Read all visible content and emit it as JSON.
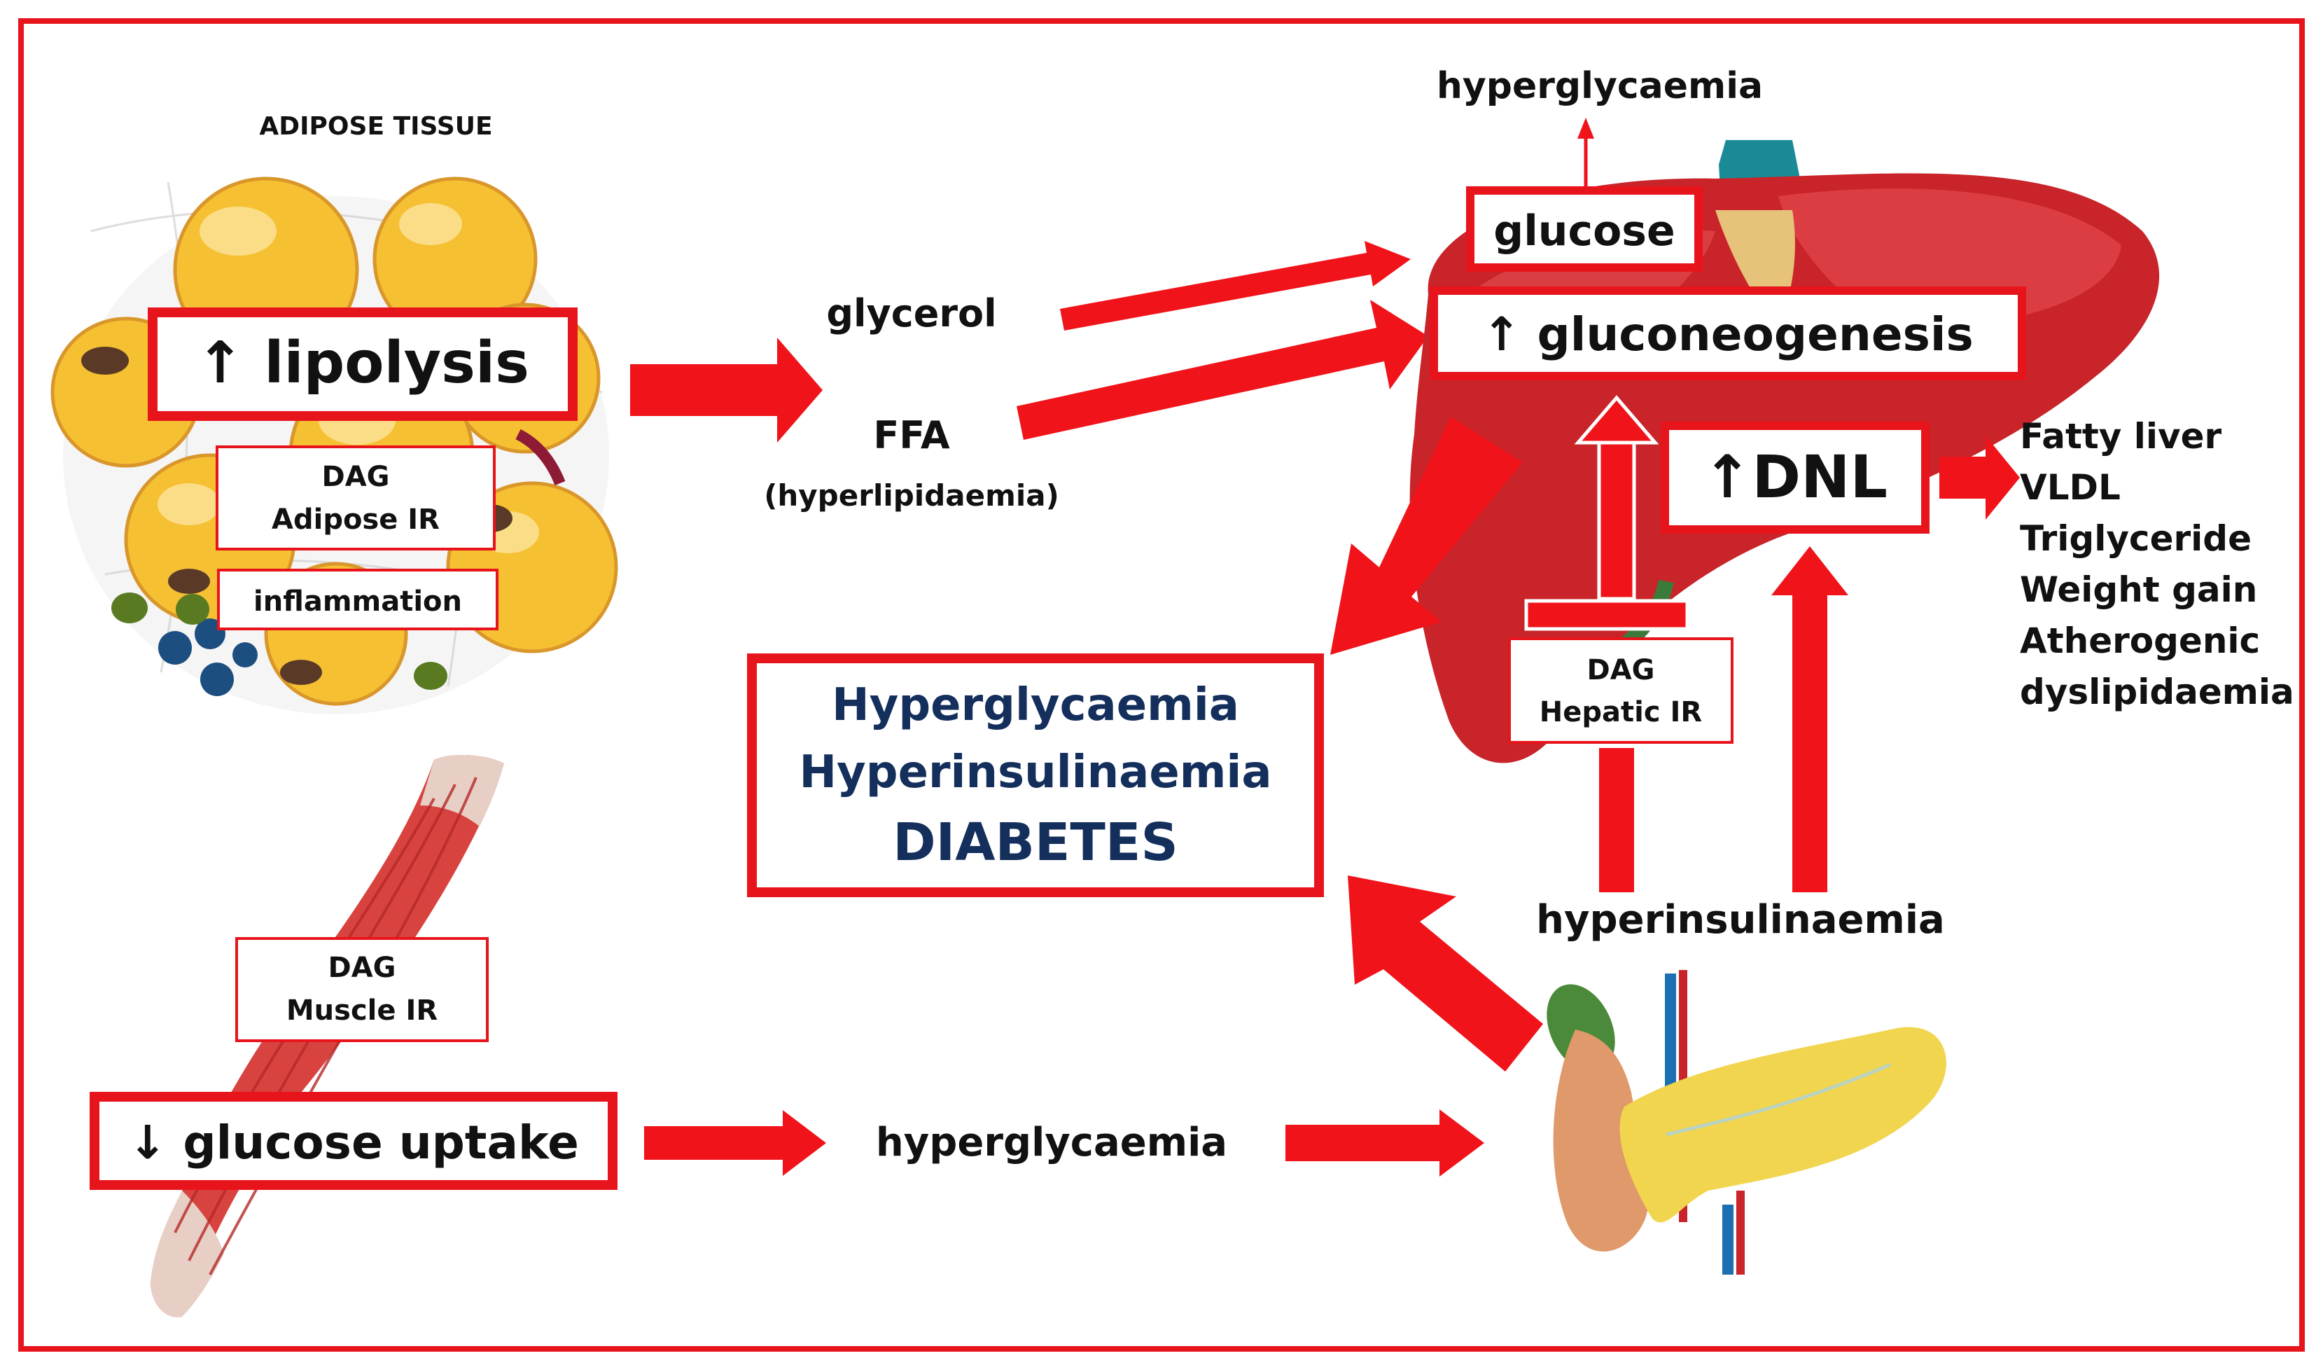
{
  "colors": {
    "frame": "#e8141c",
    "arrow": "#f0141a",
    "box_border": "#e8141c",
    "text": "#111111",
    "diabetes_text": "#142f5c",
    "adipocyte": "#f6c033",
    "liver": "#c8242a",
    "muscle": "#d9433f",
    "pancreas": "#f1d54f"
  },
  "adipose": {
    "title": "ADIPOSE TISSUE",
    "lipolysis_label": "↑ lipolysis",
    "dag_label": "DAG",
    "adipose_ir_label": "Adipose IR",
    "inflammation_label": "inflammation"
  },
  "flux": {
    "glycerol_label": "glycerol",
    "ffa_label": "FFA",
    "hyperlipidaemia_label": "(hyperlipidaemia)"
  },
  "liver": {
    "hyperglycaemia_label": "hyperglycaemia",
    "glucose_label": "glucose",
    "gluconeogenesis_label": "↑ gluconeogenesis",
    "dnl_label": "↑DNL",
    "dag_label": "DAG",
    "hepatic_ir_label": "Hepatic IR"
  },
  "outcomes": [
    "Fatty liver",
    "VLDL",
    "Triglyceride",
    "Weight gain",
    "Atherogenic",
    "dyslipidaemia"
  ],
  "center": {
    "line1": "Hyperglycaemia",
    "line2": "Hyperinsulinaemia",
    "line3": "DIABETES"
  },
  "muscle": {
    "dag_label": "DAG",
    "muscle_ir_label": "Muscle IR",
    "glucose_uptake_label": "↓ glucose uptake"
  },
  "bottom": {
    "hyperglycaemia_label": "hyperglycaemia",
    "hyperinsulinaemia_label": "hyperinsulinaemia"
  },
  "icons": [
    "adipose-tissue-illustration",
    "liver-illustration",
    "muscle-illustration",
    "pancreas-illustration"
  ]
}
